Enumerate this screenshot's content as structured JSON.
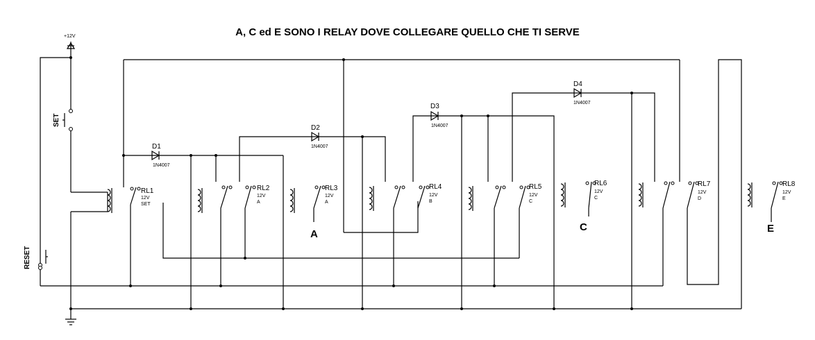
{
  "title": "A, C ed E SONO I RELAY DOVE COLLEGARE QUELLO CHE TI SERVE",
  "supply": {
    "label": "+12V"
  },
  "buttons": {
    "set": "SET",
    "reset": "RESET"
  },
  "relays": [
    {
      "name": "RL1",
      "voltage": "12V",
      "tag": "SET"
    },
    {
      "name": "RL2",
      "voltage": "12V",
      "tag": "A"
    },
    {
      "name": "RL3",
      "voltage": "12V",
      "tag": "A"
    },
    {
      "name": "RL4",
      "voltage": "12V",
      "tag": "B"
    },
    {
      "name": "RL5",
      "voltage": "12V",
      "tag": "C"
    },
    {
      "name": "RL6",
      "voltage": "12V",
      "tag": "C"
    },
    {
      "name": "RL7",
      "voltage": "12V",
      "tag": "D"
    },
    {
      "name": "RL8",
      "voltage": "12V",
      "tag": "E"
    }
  ],
  "diodes": [
    {
      "name": "D1",
      "part": "1N4007"
    },
    {
      "name": "D2",
      "part": "1N4007"
    },
    {
      "name": "D3",
      "part": "1N4007"
    },
    {
      "name": "D4",
      "part": "1N4007"
    }
  ],
  "outputs": {
    "a": "A",
    "c": "C",
    "e": "E"
  }
}
